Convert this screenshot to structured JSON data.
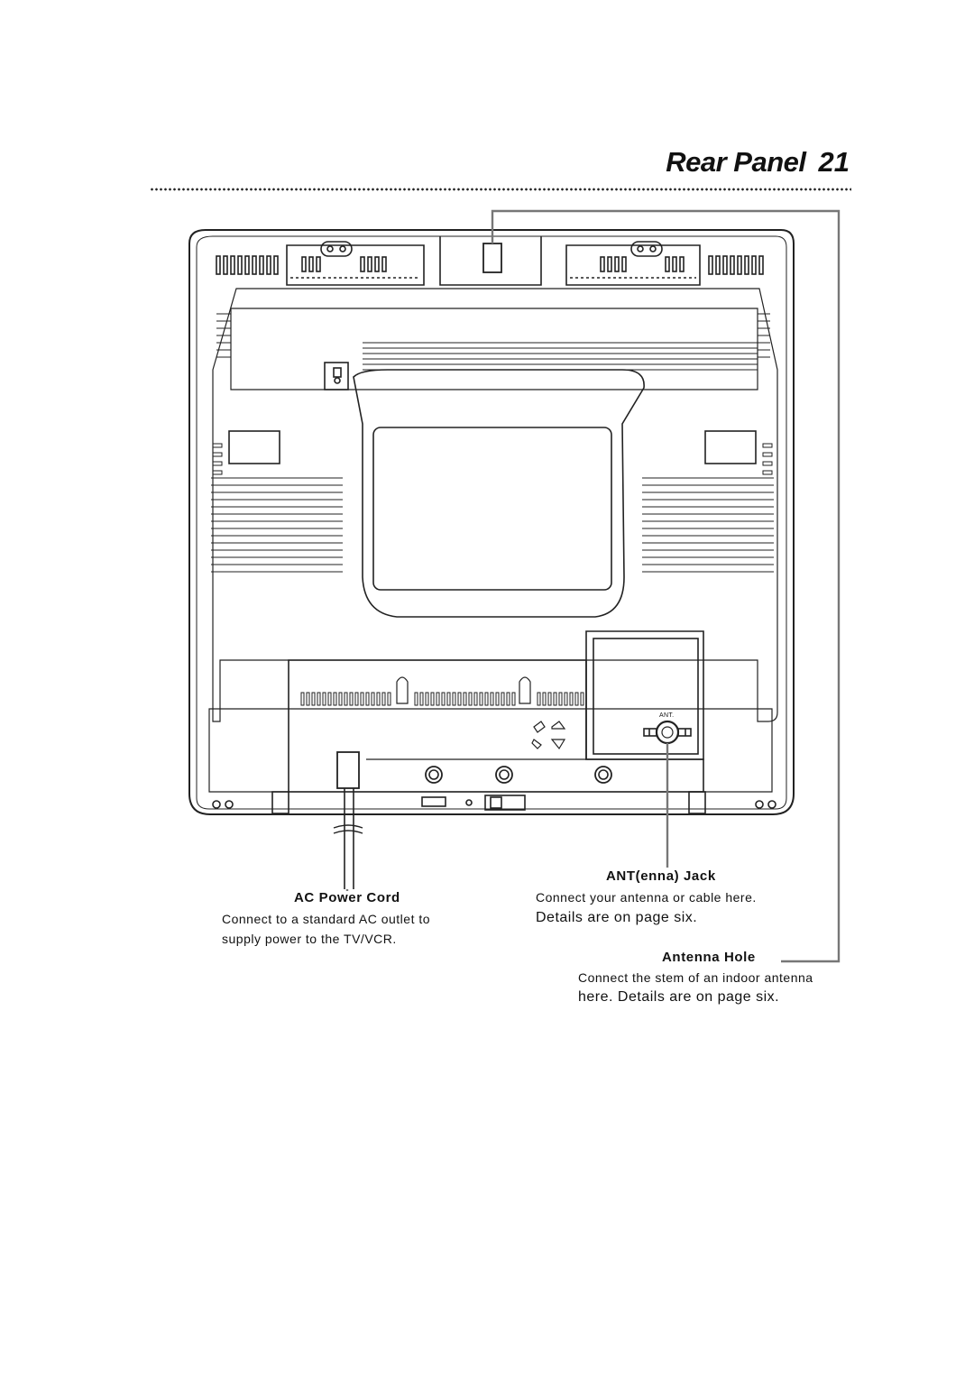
{
  "page": {
    "title": "Rear Panel",
    "page_number": "21"
  },
  "diagram": {
    "ant_tag": "ANT."
  },
  "callouts": {
    "ac_power_cord": {
      "heading": "AC Power Cord",
      "line1": "Connect to a standard AC outlet to",
      "line2": "supply power to the TV/VCR."
    },
    "antenna_jack": {
      "heading": "ANT(enna) Jack",
      "line1": "Connect your antenna or cable here.",
      "line2": "Details are on page six."
    },
    "antenna_hole": {
      "heading": "Antenna Hole",
      "line1": "Connect the stem of an indoor antenna",
      "line2": "here. Details are on page six."
    }
  }
}
